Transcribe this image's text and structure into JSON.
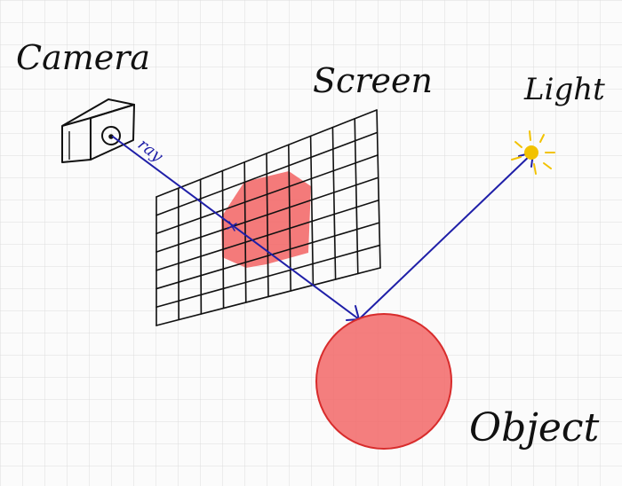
{
  "labels": {
    "camera": "Camera",
    "screen": "Screen",
    "light": "Light",
    "object": "Object",
    "ray": "ray"
  },
  "icons": {
    "camera": "camera-icon",
    "light": "sun-icon"
  },
  "colors": {
    "background": "#fbfbfb",
    "grid_lines": "#d9d9d9",
    "screen_grid": "#111111",
    "highlighted_pixels": "#f36c6c",
    "object_fill": "#f36c6c",
    "object_stroke": "#d82c2c",
    "ray": "#1f1fa8",
    "light": "#f2c200"
  },
  "screen_grid": {
    "columns": 10,
    "rows": 7,
    "highlighted_region": "center cross of cells"
  }
}
